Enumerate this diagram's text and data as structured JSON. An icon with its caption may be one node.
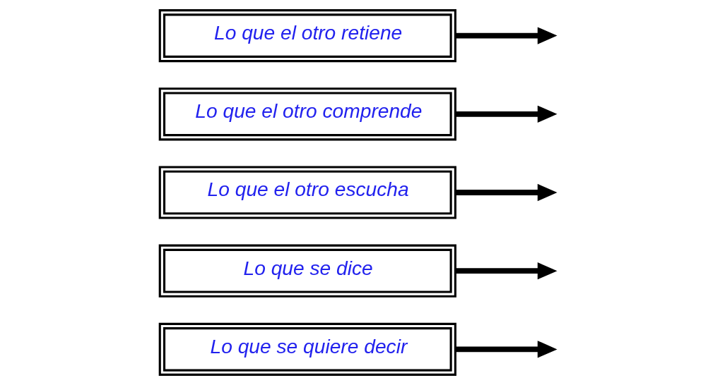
{
  "diagram": {
    "nodes": [
      {
        "text": [
          "Lo que se quiere decir"
        ]
      },
      {
        "text": [
          "Lo que se dice"
        ]
      },
      {
        "text": [
          "Lo que el otro escucha"
        ]
      },
      {
        "text": [
          "Lo que el otro comprende"
        ]
      },
      {
        "text": [
          "Lo que el otro retiene"
        ]
      }
    ],
    "edges": [
      {
        "from": 0,
        "to": null,
        "arrow": "to"
      },
      {
        "from": 1,
        "to": null,
        "arrow": "to"
      },
      {
        "from": 2,
        "to": null,
        "arrow": "to"
      },
      {
        "from": 3,
        "to": null,
        "arrow": "to"
      },
      {
        "from": 4,
        "to": null,
        "arrow": "to"
      }
    ]
  }
}
